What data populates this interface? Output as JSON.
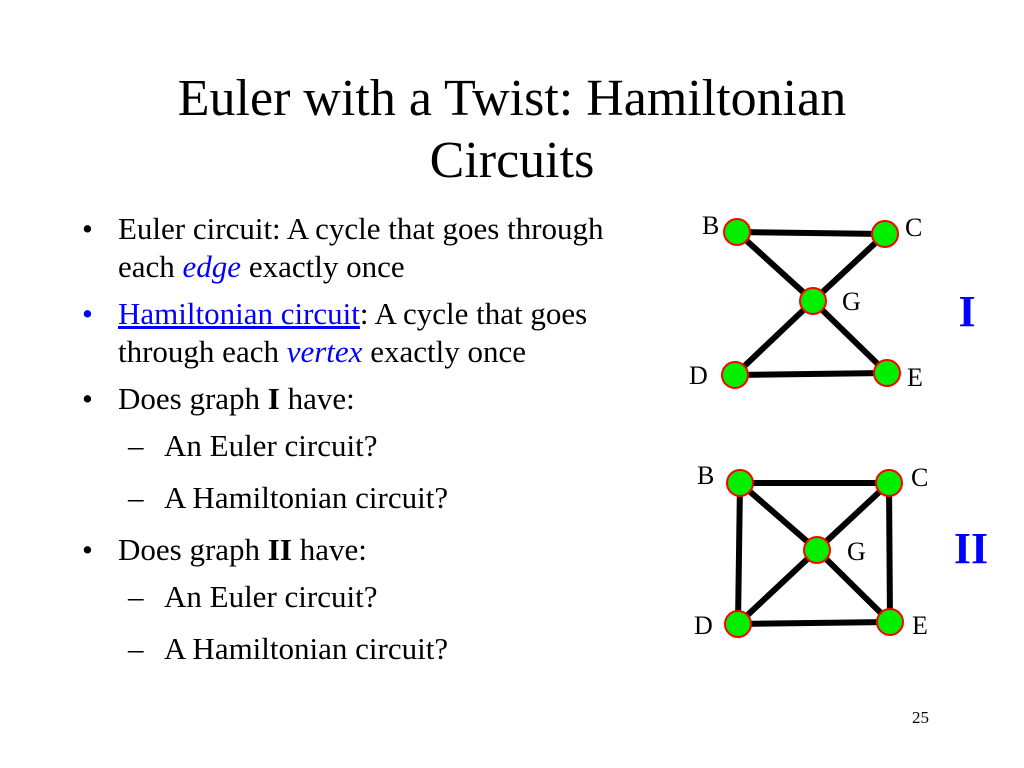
{
  "slide": {
    "title_line1": "Euler with a Twist: Hamiltonian",
    "title_line2": "Circuits",
    "page_number": "25"
  },
  "bullets": {
    "b1": {
      "pre": "Euler circuit: A cycle that goes through each ",
      "em": "edge",
      "post": " exactly once"
    },
    "b2": {
      "link": "Hamiltonian circuit",
      "post_link": ": A cycle that goes through each ",
      "em": "vertex",
      "post": " exactly once"
    },
    "b3": {
      "pre": "Does graph ",
      "bold": "I",
      "post": " have:"
    },
    "b3_sub": [
      "An Euler circuit?",
      "A Hamiltonian circuit?"
    ],
    "b4": {
      "pre": "Does graph ",
      "bold": "II",
      "post": " have:"
    },
    "b4_sub": [
      "An Euler circuit?",
      "A Hamiltonian circuit?"
    ],
    "bullet_char": "•",
    "dash_char": "–"
  },
  "graph1": {
    "label": "I",
    "nodes": {
      "B": "B",
      "C": "C",
      "G": "G",
      "D": "D",
      "E": "E"
    },
    "edges": [
      [
        "B",
        "C"
      ],
      [
        "B",
        "G"
      ],
      [
        "G",
        "E"
      ],
      [
        "D",
        "E"
      ],
      [
        "C",
        "G"
      ],
      [
        "G",
        "D"
      ]
    ]
  },
  "graph2": {
    "label": "II",
    "nodes": {
      "B": "B",
      "C": "C",
      "G": "G",
      "D": "D",
      "E": "E"
    },
    "edges": [
      [
        "B",
        "C"
      ],
      [
        "B",
        "D"
      ],
      [
        "C",
        "E"
      ],
      [
        "D",
        "E"
      ],
      [
        "B",
        "G"
      ],
      [
        "G",
        "E"
      ],
      [
        "C",
        "G"
      ],
      [
        "G",
        "D"
      ]
    ]
  },
  "colors": {
    "node_fill": "#00ee00",
    "node_stroke": "#ff0000",
    "edge": "#000000",
    "graph_label": "#0000ff",
    "emphasis": "#0000ff"
  }
}
